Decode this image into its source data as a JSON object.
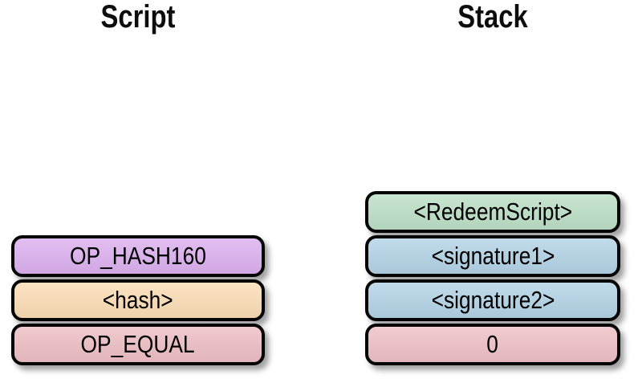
{
  "diagram": {
    "kind": "bitcoin-p2sh-script-stack",
    "border_color": "#050505",
    "background_color": "#ffffff",
    "columns": {
      "script": {
        "title": "Script",
        "boxes": [
          {
            "label": "OP_HASH160",
            "color": "#dcb0ef"
          },
          {
            "label": "<hash>",
            "color": "#fbddb5"
          },
          {
            "label": "OP_EQUAL",
            "color": "#edbec4"
          }
        ]
      },
      "stack": {
        "title": "Stack",
        "boxes": [
          {
            "label": "<RedeemScript>",
            "color": "#bcdfc6"
          },
          {
            "label": "<signature1>",
            "color": "#b3d3e6"
          },
          {
            "label": "<signature2>",
            "color": "#b3d3e6"
          },
          {
            "label": "0",
            "color": "#eec0c6"
          }
        ]
      }
    }
  }
}
